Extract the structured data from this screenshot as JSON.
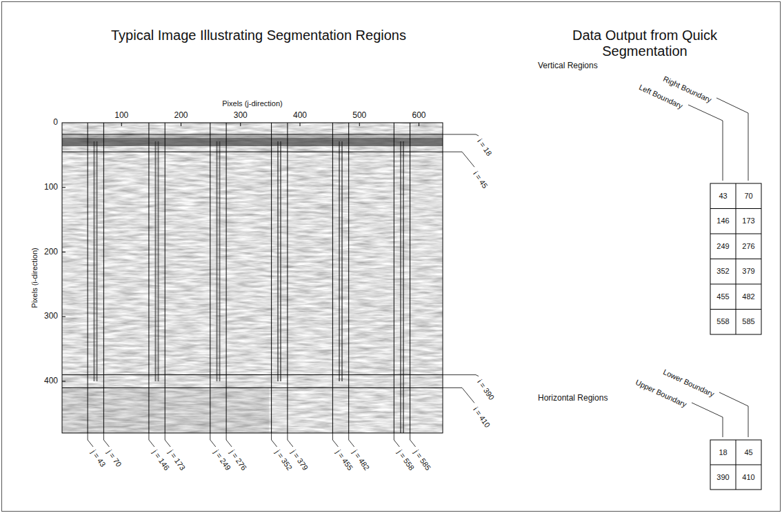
{
  "diagram": {
    "title": "Typical Image Illustrating Segmentation Regions",
    "labels": [
      "Data Output from Quick Segmentation",
      "Pixels (j-direction)",
      "100",
      "200",
      "300",
      "400",
      "500",
      "600",
      "0",
      "100",
      "200",
      "300",
      "400",
      "Pixels (i-direction)",
      "i = 18",
      "i = 45",
      "i = 390",
      "i = 410",
      "j = 43",
      "j = 70",
      "j = 146",
      "j = 173",
      "j = 249",
      "j = 276",
      "j = 352",
      "j = 379",
      "j = 455",
      "j = 482",
      "j = 558",
      "j = 585",
      "Vertical Regions",
      "Right Boundary",
      "Left Boundary",
      "43",
      "70",
      "146",
      "173",
      "249",
      "276",
      "352",
      "379",
      "455",
      "482",
      "558",
      "585",
      "Horizontal Regions",
      "Lower Boundary",
      "Upper Boundary",
      "18",
      "45",
      "390",
      "410"
    ]
  }
}
